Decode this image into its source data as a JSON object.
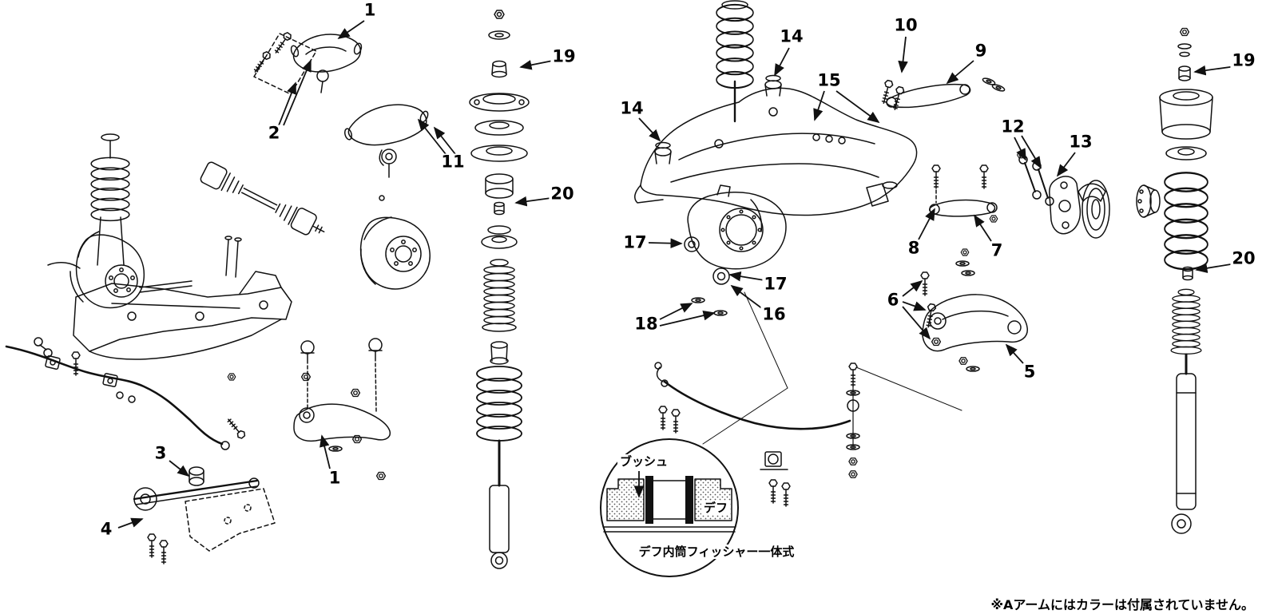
{
  "diagram": {
    "callouts": [
      {
        "label": "1",
        "part": "front-upper-control-arm"
      },
      {
        "label": "2",
        "part": "front-upper-arm-bolts"
      },
      {
        "label": "19",
        "part": "front-strut-bump-stopper"
      },
      {
        "label": "11",
        "part": "front-upper-arm-knuckle"
      },
      {
        "label": "20",
        "part": "front-strut-collar"
      },
      {
        "label": "14",
        "part": "rear-subframe-bushing-right"
      },
      {
        "label": "10",
        "part": "rear-arm-bolts"
      },
      {
        "label": "9",
        "part": "rear-upper-link"
      },
      {
        "label": "14",
        "part": "rear-subframe-bushing-left"
      },
      {
        "label": "15",
        "part": "rear-subframe"
      },
      {
        "label": "12",
        "part": "rear-toe-links"
      },
      {
        "label": "13",
        "part": "rear-knuckle"
      },
      {
        "label": "19",
        "part": "rear-strut-bump-stopper"
      },
      {
        "label": "17",
        "part": "diff-side-flange"
      },
      {
        "label": "8",
        "part": "rear-link-bolt"
      },
      {
        "label": "7",
        "part": "rear-lateral-link"
      },
      {
        "label": "17",
        "part": "diff-companion-flange"
      },
      {
        "label": "16",
        "part": "diff-mount-bushing"
      },
      {
        "label": "18",
        "part": "diff-washers"
      },
      {
        "label": "6",
        "part": "rear-lower-arm-bolts"
      },
      {
        "label": "5",
        "part": "rear-lower-arm"
      },
      {
        "label": "20",
        "part": "rear-strut-collar"
      },
      {
        "label": "3",
        "part": "front-compression-rod"
      },
      {
        "label": "4",
        "part": "compression-rod-bushing"
      },
      {
        "label": "1",
        "part": "front-lower-arm"
      }
    ],
    "inset": {
      "bush": "ブッシュ",
      "diff": "デフ",
      "caption": "デフ内筒フィッシャー一体式"
    },
    "footnote": "※Aアームにはカラーは付属されていません。"
  }
}
